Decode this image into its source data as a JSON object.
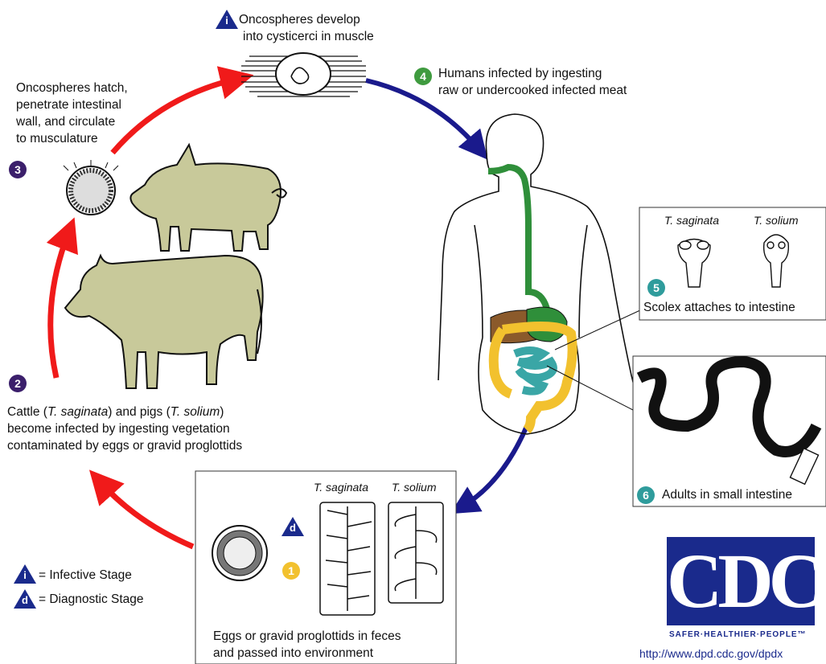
{
  "steps": {
    "infective_cyst": {
      "text1": "Oncospheres develop",
      "text2": "into cysticerci in muscle",
      "icon": "i"
    },
    "step4": {
      "num": "4",
      "text1": "Humans infected by ingesting",
      "text2": "raw or undercooked infected meat",
      "color": "#3f9b3f"
    },
    "step3": {
      "num": "3",
      "text1": "Oncospheres hatch,",
      "text2": "penetrate intestinal",
      "text3": "wall, and circulate",
      "text4": "to musculature",
      "color": "#3b1f6b"
    },
    "step2": {
      "num": "2",
      "a": "Cattle (",
      "b": "T. saginata",
      "c": ") and pigs (",
      "d": "T. solium",
      "e": ")",
      "text2": "become infected by ingesting vegetation",
      "text3": "contaminated by eggs or gravid proglottids",
      "color": "#3b1f6b"
    },
    "step5": {
      "num": "5",
      "species1": "T. saginata",
      "species2": "T. solium",
      "text": "Scolex attaches to intestine",
      "color": "#2f9c9c"
    },
    "step6": {
      "num": "6",
      "text": "Adults in small intestine",
      "color": "#2f9c9c"
    },
    "step1": {
      "num": "1",
      "species1": "T. saginata",
      "species2": "T. solium",
      "text1": "Eggs or gravid proglottids in feces",
      "text2": "and passed into environment",
      "color": "#f2c12e",
      "diag_icon": "d"
    }
  },
  "legend": {
    "infective_icon": "i",
    "infective": "= Infective Stage",
    "diagnostic_icon": "d",
    "diagnostic": "= Diagnostic Stage"
  },
  "logo": {
    "letters": "CDC",
    "tagline": "SAFER·HEALTHIER·PEOPLE™",
    "url": "http://www.dpd.cdc.gov/dpdx"
  },
  "colors": {
    "red_arrow": "#f01a1a",
    "blue_arrow": "#1a1a8c",
    "animal_fill": "#c8c99a",
    "gut_green": "#2f8f3a",
    "colon_yellow": "#f2c12e",
    "liver_brown": "#8b5a2b",
    "small_int_teal": "#3aa6a6"
  }
}
